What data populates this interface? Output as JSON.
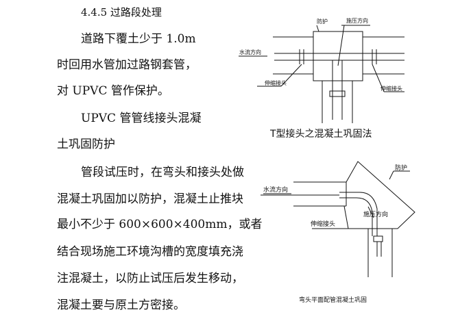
{
  "section": {
    "heading": "4.4.5  过路段处理",
    "paragraph1": [
      "道路下覆土少于 1.0m",
      "时回用水管加过路钢套管，",
      "对 UPVC 管作保护。"
    ],
    "subheading": [
      "UPVC 管管线接头混凝",
      "土巩固防护"
    ],
    "paragraph2": [
      "管段试压时，在弯头和接头处做",
      "混凝土巩固加以防护，混凝土止推块",
      "最小不少于 600×600×400mm，或者",
      "结合现场施工环境沟槽的宽度填充浇",
      "注混凝土，以防止试压后发生移动，",
      "混凝土要与原土方密接。"
    ]
  },
  "figure1": {
    "caption": "T型接头之混凝土巩固法",
    "labels": {
      "protection": "防护",
      "pressure_direction": "施压方向",
      "water_flow": "水流方向",
      "expansion_joint_left": "伸缩接头",
      "expansion_joint_right": "伸缩接头"
    }
  },
  "figure2": {
    "caption": "弯头平面配管混凝土巩固",
    "labels": {
      "protection": "防护",
      "pressure_direction": "施压方向",
      "water_flow": "水流方向",
      "expansion_joint": "伸缩接头"
    }
  }
}
